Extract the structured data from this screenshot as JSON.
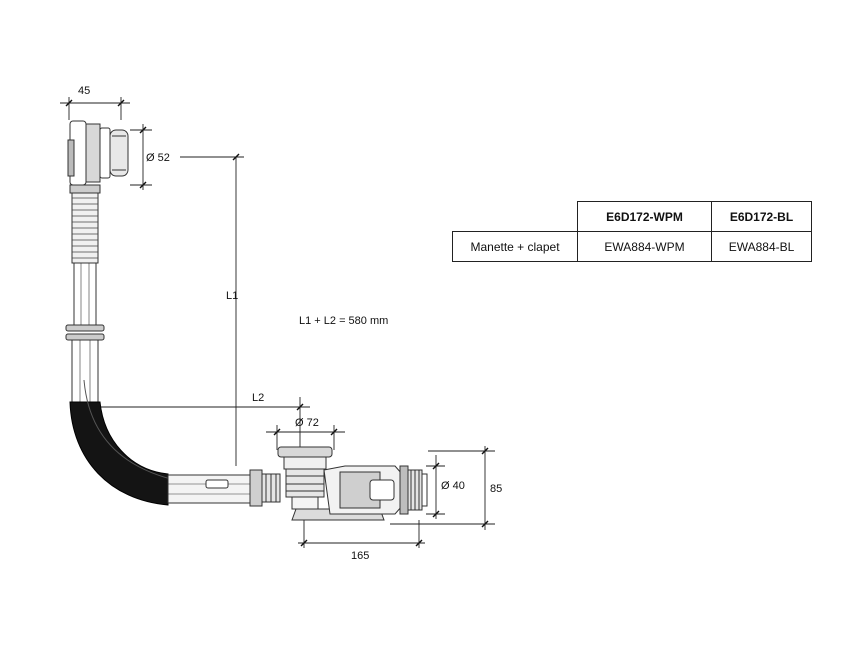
{
  "dimensions": {
    "width_top": "45",
    "diameter_overflow": "Ø 52",
    "l1": "L1",
    "l2": "L2",
    "formula": "L1 + L2 = 580 mm",
    "diameter_drain": "Ø 72",
    "diameter_outlet": "Ø 40",
    "height": "85",
    "length": "165"
  },
  "table": {
    "headers": [
      "",
      "E6D172-WPM",
      "E6D172-BL"
    ],
    "rows": [
      [
        "Manette + clapet",
        "EWA884-WPM",
        "EWA884-BL"
      ]
    ]
  }
}
